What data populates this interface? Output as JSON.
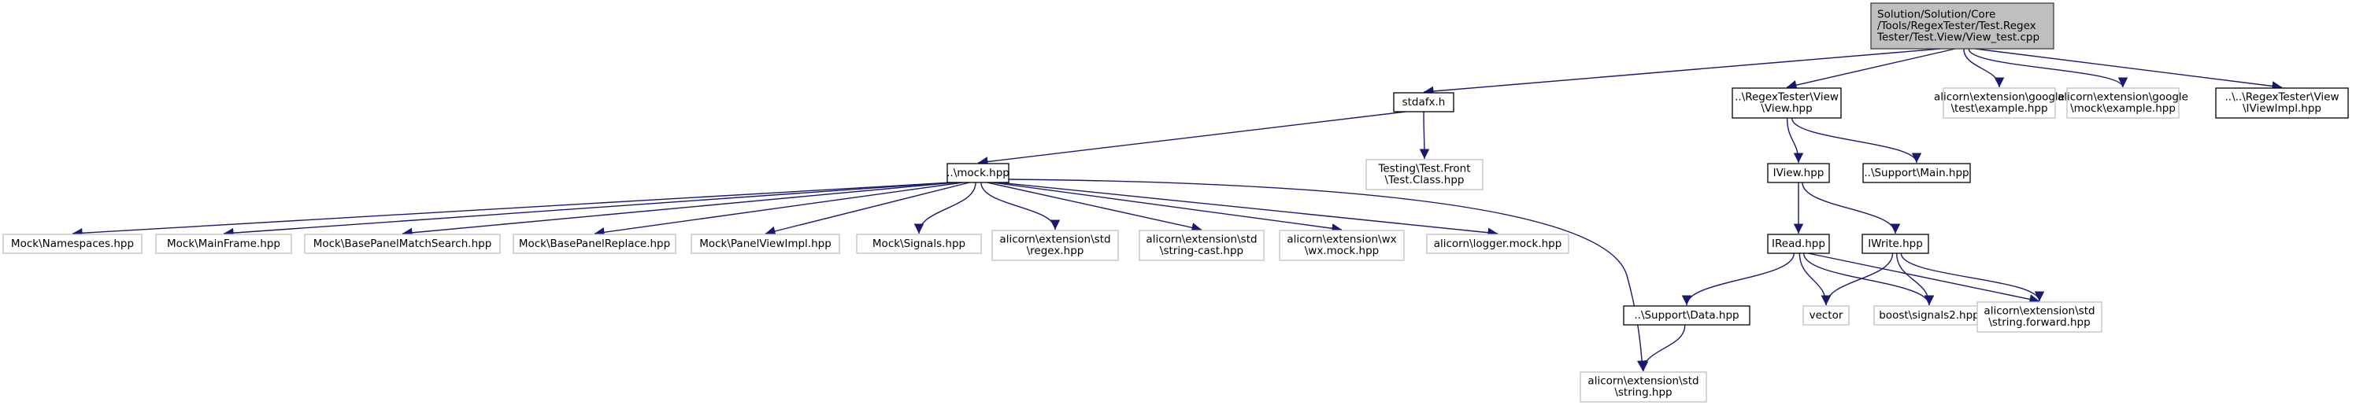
{
  "diagram": {
    "title": "",
    "colors": {
      "edge": "#191970",
      "root_fill": "#bfbfbf",
      "root_stroke": "#404040",
      "documented_stroke": "#000000",
      "undocumented_stroke": "#bfbfbf",
      "node_fill": "#ffffff"
    },
    "nodes": [
      {
        "id": "root",
        "lines": [
          "Solution/Solution/Core",
          "/Tools/RegexTester/Test.Regex",
          "Tester/Test.View/View_test.cpp"
        ],
        "kind": "root"
      },
      {
        "id": "stdafx",
        "lines": [
          "stdafx.h"
        ],
        "kind": "documented"
      },
      {
        "id": "regextester_view",
        "lines": [
          "..\\RegexTester\\View",
          "\\View.hpp"
        ],
        "kind": "documented"
      },
      {
        "id": "google_test",
        "lines": [
          "alicorn\\extension\\google",
          "\\test\\example.hpp"
        ],
        "kind": "undocumented"
      },
      {
        "id": "google_mock",
        "lines": [
          "alicorn\\extension\\google",
          "\\mock\\example.hpp"
        ],
        "kind": "undocumented"
      },
      {
        "id": "iviewimpl",
        "lines": [
          "..\\..\\RegexTester\\View",
          "\\IViewImpl.hpp"
        ],
        "kind": "documented"
      },
      {
        "id": "mock",
        "lines": [
          "..\\mock.hpp"
        ],
        "kind": "documented"
      },
      {
        "id": "test_class",
        "lines": [
          "Testing\\Test.Front",
          "\\Test.Class.hpp"
        ],
        "kind": "undocumented"
      },
      {
        "id": "iview",
        "lines": [
          "IView.hpp"
        ],
        "kind": "documented"
      },
      {
        "id": "support_main",
        "lines": [
          "..\\Support\\Main.hpp"
        ],
        "kind": "documented"
      },
      {
        "id": "mock_namespaces",
        "lines": [
          "Mock\\Namespaces.hpp"
        ],
        "kind": "undocumented"
      },
      {
        "id": "mock_mainframe",
        "lines": [
          "Mock\\MainFrame.hpp"
        ],
        "kind": "undocumented"
      },
      {
        "id": "mock_bpms",
        "lines": [
          "Mock\\BasePanelMatchSearch.hpp"
        ],
        "kind": "undocumented"
      },
      {
        "id": "mock_bpr",
        "lines": [
          "Mock\\BasePanelReplace.hpp"
        ],
        "kind": "undocumented"
      },
      {
        "id": "mock_pvi",
        "lines": [
          "Mock\\PanelViewImpl.hpp"
        ],
        "kind": "undocumented"
      },
      {
        "id": "mock_signals",
        "lines": [
          "Mock\\Signals.hpp"
        ],
        "kind": "undocumented"
      },
      {
        "id": "std_regex",
        "lines": [
          "alicorn\\extension\\std",
          "\\regex.hpp"
        ],
        "kind": "undocumented"
      },
      {
        "id": "std_string_cast",
        "lines": [
          "alicorn\\extension\\std",
          "\\string-cast.hpp"
        ],
        "kind": "undocumented"
      },
      {
        "id": "wx_mock",
        "lines": [
          "alicorn\\extension\\wx",
          "\\wx.mock.hpp"
        ],
        "kind": "undocumented"
      },
      {
        "id": "logger_mock",
        "lines": [
          "alicorn\\logger.mock.hpp"
        ],
        "kind": "undocumented"
      },
      {
        "id": "iread",
        "lines": [
          "IRead.hpp"
        ],
        "kind": "documented"
      },
      {
        "id": "iwrite",
        "lines": [
          "IWrite.hpp"
        ],
        "kind": "documented"
      },
      {
        "id": "support_data",
        "lines": [
          "..\\Support\\Data.hpp"
        ],
        "kind": "documented"
      },
      {
        "id": "vector",
        "lines": [
          "vector"
        ],
        "kind": "undocumented"
      },
      {
        "id": "signals2",
        "lines": [
          "boost\\signals2.hpp"
        ],
        "kind": "undocumented"
      },
      {
        "id": "string_forward",
        "lines": [
          "alicorn\\extension\\std",
          "\\string.forward.hpp"
        ],
        "kind": "undocumented"
      },
      {
        "id": "std_string",
        "lines": [
          "alicorn\\extension\\std",
          "\\string.hpp"
        ],
        "kind": "undocumented"
      }
    ],
    "edges": [
      [
        "root",
        "stdafx"
      ],
      [
        "root",
        "regextester_view"
      ],
      [
        "root",
        "google_test"
      ],
      [
        "root",
        "google_mock"
      ],
      [
        "root",
        "iviewimpl"
      ],
      [
        "stdafx",
        "mock"
      ],
      [
        "stdafx",
        "test_class"
      ],
      [
        "regextester_view",
        "iview"
      ],
      [
        "regextester_view",
        "support_main"
      ],
      [
        "mock",
        "mock_namespaces"
      ],
      [
        "mock",
        "mock_mainframe"
      ],
      [
        "mock",
        "mock_bpms"
      ],
      [
        "mock",
        "mock_bpr"
      ],
      [
        "mock",
        "mock_pvi"
      ],
      [
        "mock",
        "mock_signals"
      ],
      [
        "mock",
        "std_regex"
      ],
      [
        "mock",
        "std_string_cast"
      ],
      [
        "mock",
        "wx_mock"
      ],
      [
        "mock",
        "logger_mock"
      ],
      [
        "mock",
        "std_string"
      ],
      [
        "iview",
        "iread"
      ],
      [
        "iview",
        "iwrite"
      ],
      [
        "iread",
        "support_data"
      ],
      [
        "iread",
        "vector"
      ],
      [
        "iread",
        "signals2"
      ],
      [
        "iread",
        "string_forward"
      ],
      [
        "iwrite",
        "vector"
      ],
      [
        "iwrite",
        "signals2"
      ],
      [
        "iwrite",
        "string_forward"
      ],
      [
        "support_data",
        "std_string"
      ]
    ]
  }
}
